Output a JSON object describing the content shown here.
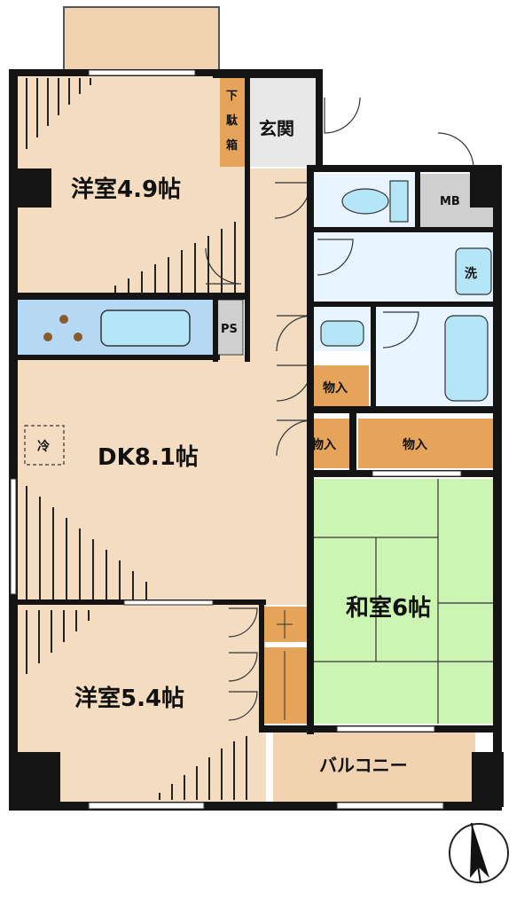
{
  "rooms": {
    "western1": "洋室4.9帖",
    "western2": "洋室5.4帖",
    "dk": "DK8.1帖",
    "japanese": "和室6帖",
    "entrance": "玄関",
    "shoebox": [
      "下",
      "駄",
      "箱"
    ],
    "mb": "MB",
    "washer": "洗",
    "ps": "PS",
    "fridge": "冷",
    "storage1": "物入",
    "storage2": "物入",
    "storage3": "物入",
    "balcony": "バルコニー"
  },
  "colors": {
    "wood_floor": "#f3dcc0",
    "tatami": "#ccf5b4",
    "wet_area": "#e8f4ff",
    "storage": "#e6a45a",
    "balcony": "#f0d2b0",
    "wall": "#141414"
  }
}
